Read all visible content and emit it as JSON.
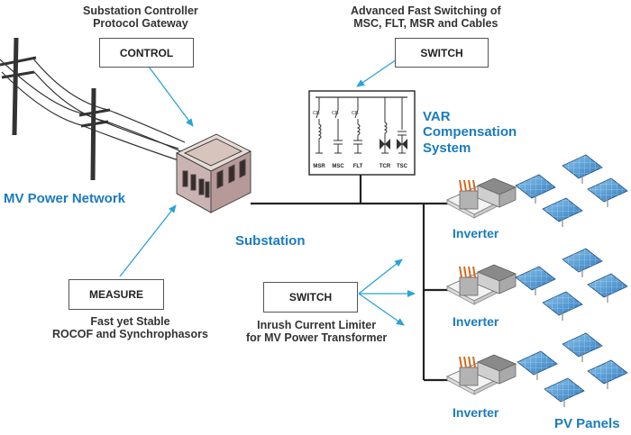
{
  "annotations": {
    "control_note": [
      "Substation Controller",
      "Protocol Gateway"
    ],
    "switch_top_note": [
      "Advanced Fast Switching of",
      "MSC, FLT, MSR and Cables"
    ],
    "measure_note": [
      "Fast yet Stable",
      "ROCOF and Synchrophasors"
    ],
    "switch_mid_note": [
      "Inrush Current Limiter",
      "for MV Power Transformer"
    ]
  },
  "boxes": {
    "control": "CONTROL",
    "switch_top": "SWITCH",
    "measure": "MEASURE",
    "switch_mid": "SWITCH"
  },
  "labels": {
    "mv_network": "MV Power Network",
    "substation": "Substation",
    "var_system": [
      "VAR",
      "Compensation",
      "System"
    ],
    "inverter": "Inverter",
    "pv_panels": "PV Panels"
  },
  "var_branches": [
    "MSR",
    "MSC",
    "FLT",
    "TCR",
    "TSC"
  ],
  "colors": {
    "accent_blue": "#1a7bbf",
    "arrow_blue": "#29a3d8",
    "line": "#222222"
  }
}
